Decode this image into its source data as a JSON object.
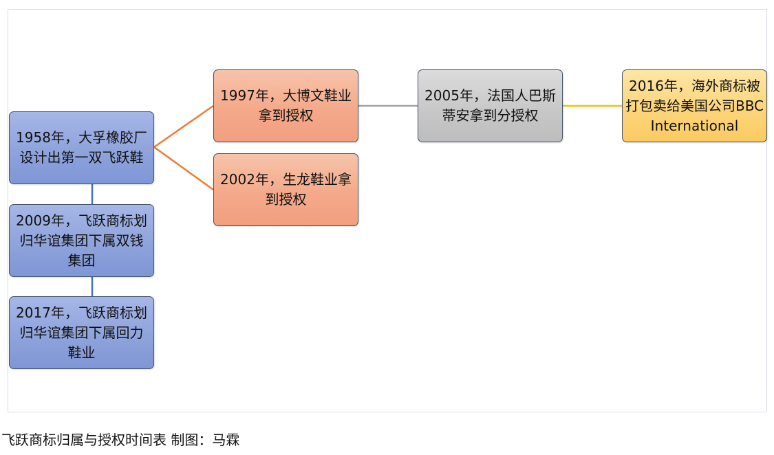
{
  "diagram": {
    "nodes": {
      "n1958": "1958年，大孚橡胶厂设计出第一双飞跃鞋",
      "n2009": "2009年，飞跃商标划归华谊集团下属双钱集团",
      "n2017": "2017年，飞跃商标划归华谊集团下属回力鞋业",
      "n1997": "1997年，大博文鞋业拿到授权",
      "n2002": "2002年，生龙鞋业拿到授权",
      "n2005": "2005年，法国人巴斯蒂安拿到分授权",
      "n2016": "2016年，海外商标被打包卖给美国公司BBC International"
    },
    "colors": {
      "blue_fill": "#8fa3dc",
      "orange_fill": "#f4a98a",
      "gray_fill": "#c8c8c8",
      "yellow_fill": "#fcd57a",
      "orange_line": "#ed7d31",
      "gray_line": "#a5a5a5",
      "yellow_line": "#ffc000",
      "blue_line": "#4472c4"
    }
  },
  "caption": "飞跃商标归属与授权时间表  制图：马霖"
}
